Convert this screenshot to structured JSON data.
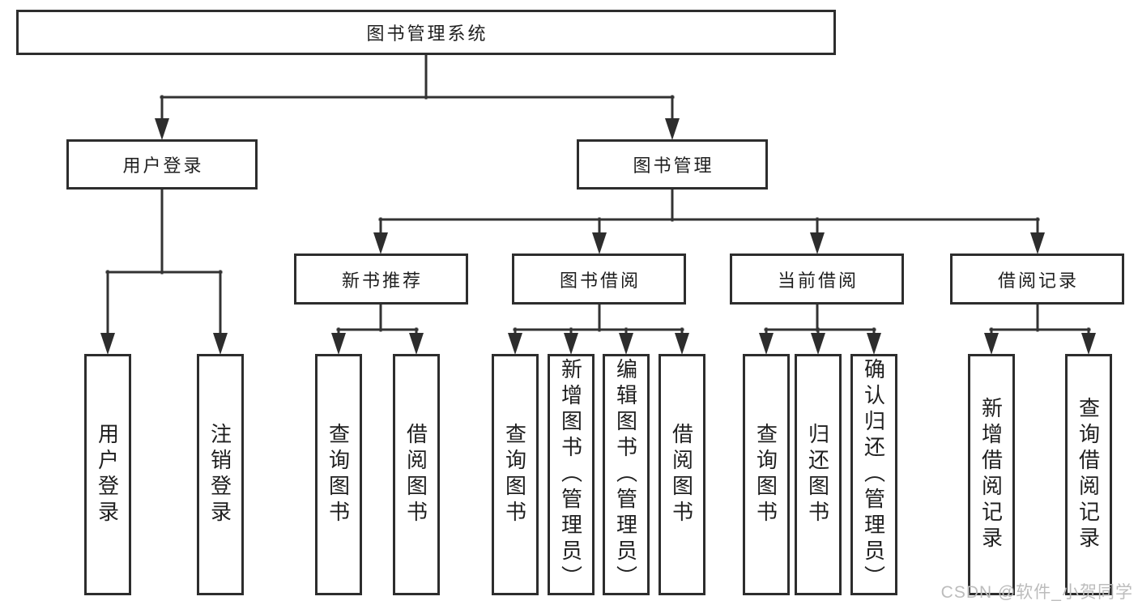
{
  "tree": {
    "label": "图书管理系统",
    "children": [
      {
        "label": "用户登录",
        "children": [
          {
            "label": "用户登录"
          },
          {
            "label": "注销登录"
          }
        ]
      },
      {
        "label": "图书管理",
        "children": [
          {
            "label": "新书推荐",
            "children": [
              {
                "label": "查询图书"
              },
              {
                "label": "借阅图书"
              }
            ]
          },
          {
            "label": "图书借阅",
            "children": [
              {
                "label": "查询图书"
              },
              {
                "label": "新增图书（管理员）"
              },
              {
                "label": "编辑图书（管理员）"
              },
              {
                "label": "借阅图书"
              }
            ]
          },
          {
            "label": "当前借阅",
            "children": [
              {
                "label": "查询图书"
              },
              {
                "label": "归还图书"
              },
              {
                "label": "确认归还（管理员）"
              }
            ]
          },
          {
            "label": "借阅记录",
            "children": [
              {
                "label": "新增借阅记录"
              },
              {
                "label": "查询借阅记录"
              }
            ]
          }
        ]
      }
    ]
  },
  "watermark": {
    "text": "CSDN @软件_小贺同学"
  },
  "colors": {
    "background": "#ffffff",
    "box_border": "#2d2d2d",
    "connector_line": "#333333",
    "arrowhead": "#2d2d2d",
    "text": "#1f1f1f",
    "watermark": "#bcbcbc"
  }
}
